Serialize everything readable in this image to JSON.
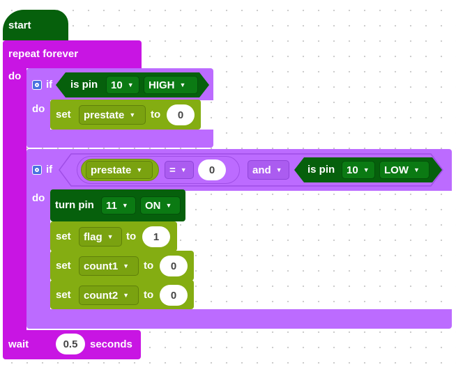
{
  "start": {
    "label": "start"
  },
  "repeat": {
    "label": "repeat forever",
    "do_label": "do"
  },
  "if1": {
    "if_label": "if",
    "do_label": "do",
    "condition": {
      "prefix": "is pin",
      "pin": "10",
      "state": "HIGH"
    },
    "set": {
      "label": "set",
      "variable": "prestate",
      "to_label": "to",
      "value": "0"
    }
  },
  "if2": {
    "if_label": "if",
    "do_label": "do",
    "compare": {
      "variable": "prestate",
      "operator": "=",
      "value": "0"
    },
    "logic": "and",
    "pin_check": {
      "prefix": "is pin",
      "pin": "10",
      "state": "LOW"
    },
    "turn_pin": {
      "label": "turn pin",
      "pin": "11",
      "state": "ON"
    },
    "sets": [
      {
        "label": "set",
        "variable": "flag",
        "to_label": "to",
        "value": "1"
      },
      {
        "label": "set",
        "variable": "count1",
        "to_label": "to",
        "value": "0"
      },
      {
        "label": "set",
        "variable": "count2",
        "to_label": "to",
        "value": "0"
      }
    ]
  },
  "wait": {
    "label": "wait",
    "value": "0.5",
    "unit": "seconds"
  },
  "colors": {
    "control": "#c815e3",
    "logic": "#bc6bff",
    "io": "#06600c",
    "variables": "#84ad12",
    "mutator": "#4a72e0"
  },
  "icons": {
    "mutator": "gear-icon",
    "dropdown": "dropdown-arrow-icon"
  }
}
